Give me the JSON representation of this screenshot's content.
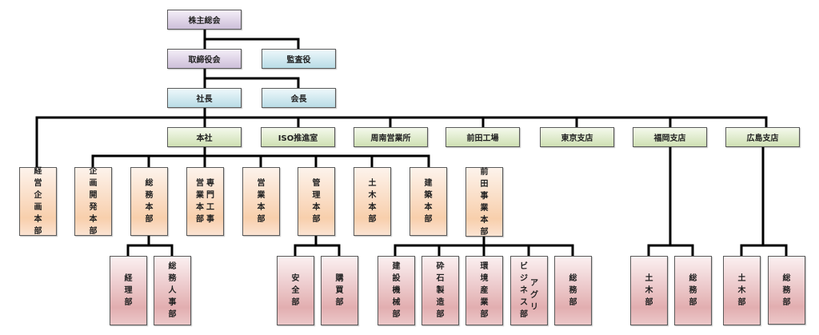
{
  "title": "組織図",
  "colors": {
    "shareholder": "#cdbfd9",
    "executive": "#b9dce6",
    "division": "#cfe0b3",
    "department": "#f8cfac",
    "section": "#e2aeb0",
    "line": "#000000"
  },
  "nodes": {
    "shareholders_meeting": "株主総会",
    "board": "取締役会",
    "auditor": "監査役",
    "president": "社長",
    "chairman": "会長",
    "head_office": "本社",
    "iso_office": "ISO推進室",
    "shunan_office": "周南営業所",
    "maeda_factory": "前田工場",
    "tokyo_branch": "東京支店",
    "fukuoka_branch": "福岡支店",
    "hiroshima_branch": "広島支店",
    "planning_hq": "経営企画本部",
    "development_hq": "企画開発本部",
    "general_affairs_hq": "総務本部",
    "specialty_sales_hq": [
      "専門工事",
      "営業本部"
    ],
    "sales_hq": "営業本部",
    "management_hq": "管理本部",
    "civil_hq": "土木本部",
    "construction_hq": "建築本部",
    "maeda_business_hq": "前田事業本部",
    "accounting": "経理部",
    "hr": "総務人事部",
    "safety": "安全部",
    "purchasing": "購買部",
    "machinery": "建設機械部",
    "crushed_stone": "砕石製造部",
    "environment": "環境産業部",
    "agri": [
      "アグリ",
      "ビジネス部"
    ],
    "maeda_general": "総務部",
    "fukuoka_civil": "土木部",
    "fukuoka_general": "総務部",
    "hiroshima_civil": "土木部",
    "hiroshima_general": "総務部"
  }
}
